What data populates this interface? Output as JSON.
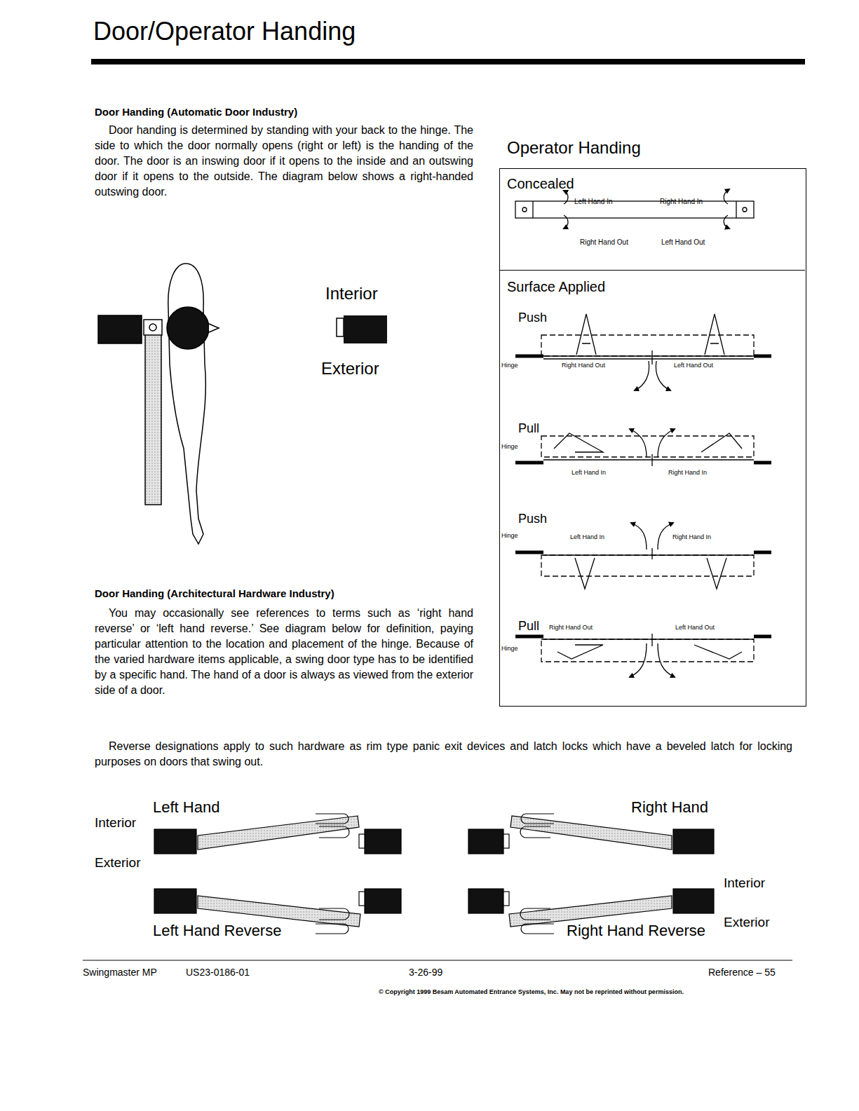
{
  "diagram": {
    "title": "Door/Operator Handing",
    "nodes": [
      {
        "text": [
          "Operator Handing"
        ]
      },
      {
        "text": [
          "Concealed",
          "Left Hand In",
          "Right Hand In",
          "Right Hand Out",
          "Left Hand Out"
        ],
        "in": 0
      },
      {
        "text": [
          "Surface Applied",
          "Push",
          "Hinge",
          "Right Hand Out",
          "Left Hand Out",
          "Pull",
          "Hinge",
          "Left Hand In",
          "Right Hand In",
          "Push",
          "Hinge",
          "Left Hand In",
          "Right Hand In",
          "Pull",
          "Right Hand Out",
          "Left Hand Out",
          "Hinge"
        ],
        "in": 0
      }
    ],
    "labels": [
      "Door Handing (Automatic Door Industry)",
      "Door handing is determined by standing with your back to the hinge. The side to which the door normally opens (right or left) is the handing of the door. The door is an inswing door if it opens to the inside and an outswing door if it opens to the outside. The diagram below shows a right-handed outswing door.",
      "Interior",
      "Exterior",
      "Door Handing (Architectural Hardware Industry)",
      "You may occasionally see references to terms such as ‘right hand reverse’ or ‘left hand reverse.’ See diagram below for definition, paying particular attention to the location and placement of the hinge. Because of the varied hardware items applicable, a swing door type has to be identified by a specific hand. The hand of a door is always as viewed from the exterior side of a door.",
      "Reverse designations apply to such hardware as rim type panic exit devices and latch locks which have a beveled latch for locking purposes on doors that swing out.",
      "Left Hand",
      "Interior",
      "Exterior",
      "Left Hand Reverse",
      "Right Hand",
      "Right Hand Reverse",
      "Interior",
      "Exterior",
      "Swingmaster MP",
      "US23-0186-01",
      "3-26-99",
      "Reference – 55",
      "© Copyright 1999 Besam Automated Entrance Systems, Inc.  May not be reprinted without permission."
    ]
  }
}
